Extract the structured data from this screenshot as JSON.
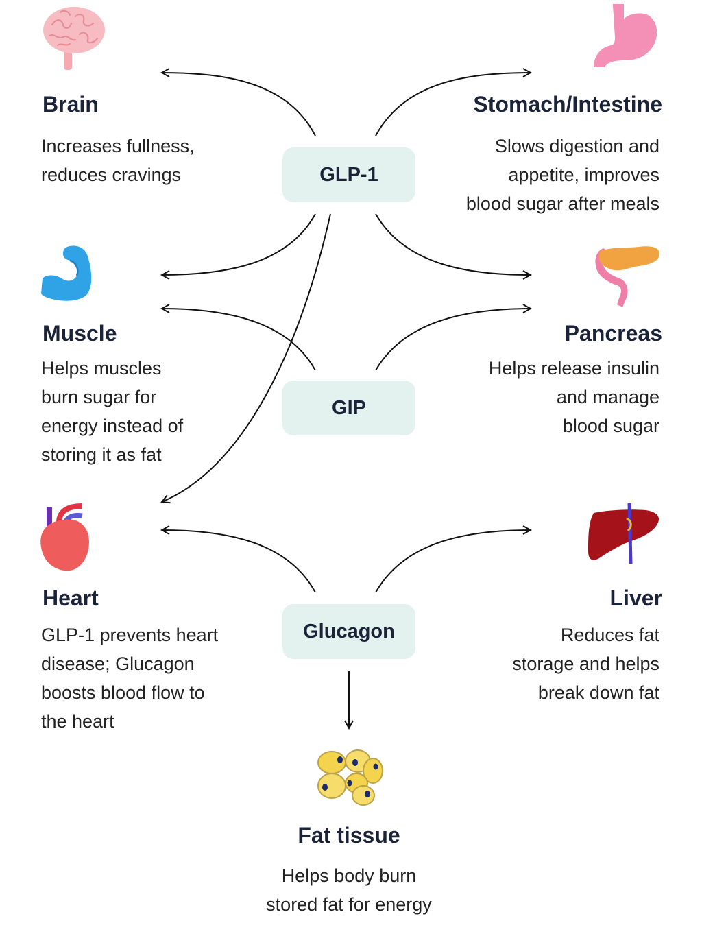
{
  "hormones": {
    "glp1": "GLP-1",
    "gip": "GIP",
    "glucagon": "Glucagon"
  },
  "organs": {
    "brain": {
      "title": "Brain",
      "desc": "Increases fullness,\nreduces cravings",
      "icon": "brain-icon"
    },
    "stomach": {
      "title": "Stomach/Intestine",
      "desc": "Slows digestion and\nappetite, improves\nblood sugar after meals",
      "icon": "stomach-icon"
    },
    "muscle": {
      "title": "Muscle",
      "desc": "Helps muscles\nburn sugar for\nenergy instead of\nstoring it as fat",
      "icon": "flexed-bicep-icon"
    },
    "pancreas": {
      "title": "Pancreas",
      "desc": "Helps release insulin\nand manage\nblood sugar",
      "icon": "pancreas-icon"
    },
    "heart": {
      "title": "Heart",
      "desc": "GLP-1 prevents heart\ndisease; Glucagon\nboosts blood flow to\nthe heart",
      "icon": "heart-icon"
    },
    "liver": {
      "title": "Liver",
      "desc": "Reduces fat\nstorage and helps\nbreak down fat",
      "icon": "liver-icon"
    },
    "fat": {
      "title": "Fat tissue",
      "desc": "Helps body burn\nstored fat for energy",
      "icon": "fat-cells-icon"
    }
  },
  "colors": {
    "hormone_bg": "#e3f1ef",
    "text": "#1b2338",
    "brain": "#f7bcc2",
    "stomach": "#f48fb6",
    "muscle": "#2fa3e6",
    "pancreas": "#f2a341",
    "heart": "#ee5c5c",
    "liver": "#a5121a",
    "fat": "#f4d44d"
  }
}
